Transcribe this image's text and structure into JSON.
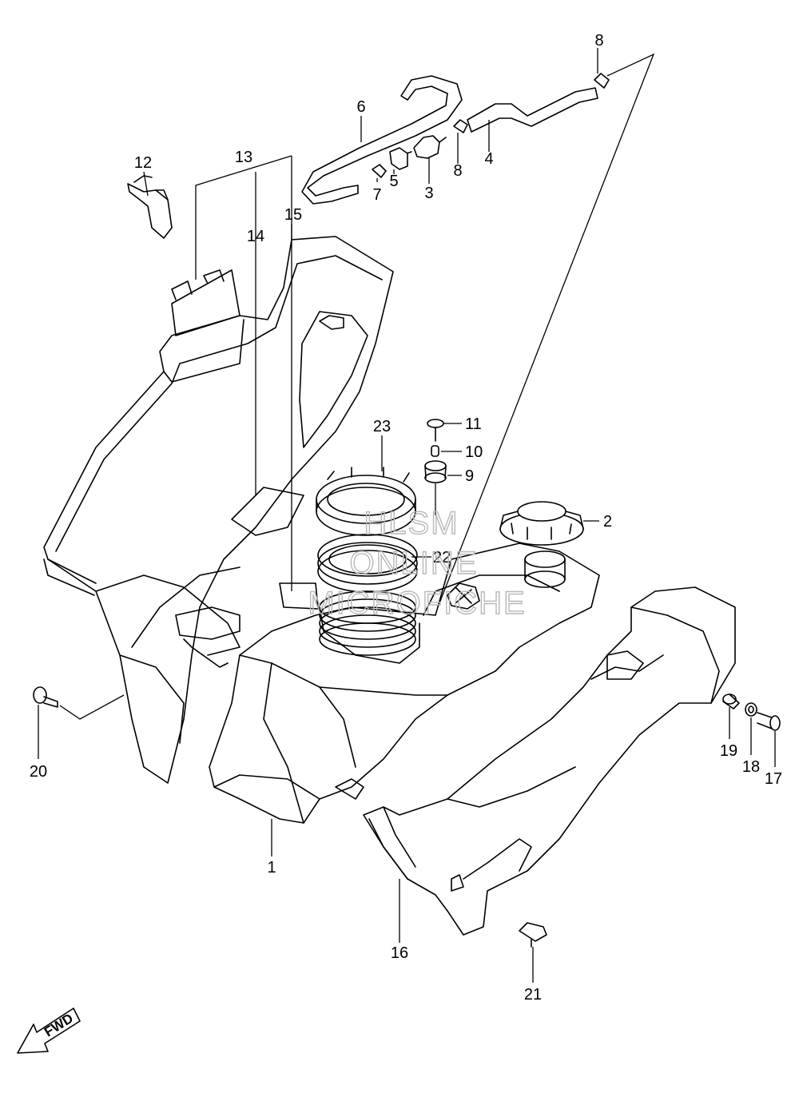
{
  "diagram": {
    "callouts": {
      "c1": "1",
      "c2": "2",
      "c3": "3",
      "c4": "4",
      "c5": "5",
      "c6": "6",
      "c7": "7",
      "c8a": "8",
      "c8b": "8",
      "c9": "9",
      "c10": "10",
      "c11": "11",
      "c12": "12",
      "c13": "13",
      "c14": "14",
      "c15": "15",
      "c16": "16",
      "c17": "17",
      "c18": "18",
      "c19": "19",
      "c20": "20",
      "c21": "21",
      "c22": "22",
      "c23": "23"
    },
    "watermark": {
      "line1": "HLSM",
      "line2": "ONLINE",
      "line3": "MICROFICHE"
    },
    "fwd_label": "FWD"
  }
}
